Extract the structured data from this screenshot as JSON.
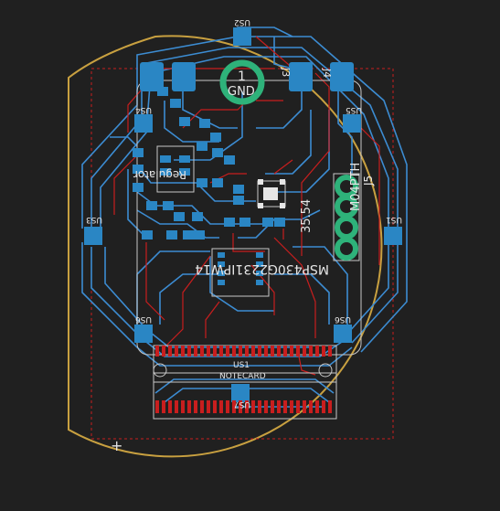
{
  "colors": {
    "background": "#202020",
    "outline": "#c8a040",
    "top_trace": "#c81e1e",
    "bottom_trace": "#3c8cd2",
    "silk": "#c8c8c8",
    "pad_green": "#2eb27a",
    "smd_blue": "#2a86c4",
    "smd_red": "#c81e1e",
    "silk_white": "#e6e6e6"
  },
  "labels": {
    "us2_top": "US2",
    "pad_number": "1",
    "pad_name": "GND",
    "j3": "J3",
    "j4": "J4",
    "us4": "US4",
    "us5": "US5",
    "j5": "J5",
    "m04pth": "M04PTH",
    "us3": "US3",
    "us1": "US1",
    "msp": "MSP430G2231IPW14",
    "regulator": "Regulator",
    "dim": "35.54",
    "us6_left": "US6",
    "us6_right": "US6",
    "us1_card": "US1",
    "notecard": "NOTECARD",
    "us7": "US7",
    "cursor": "+"
  }
}
